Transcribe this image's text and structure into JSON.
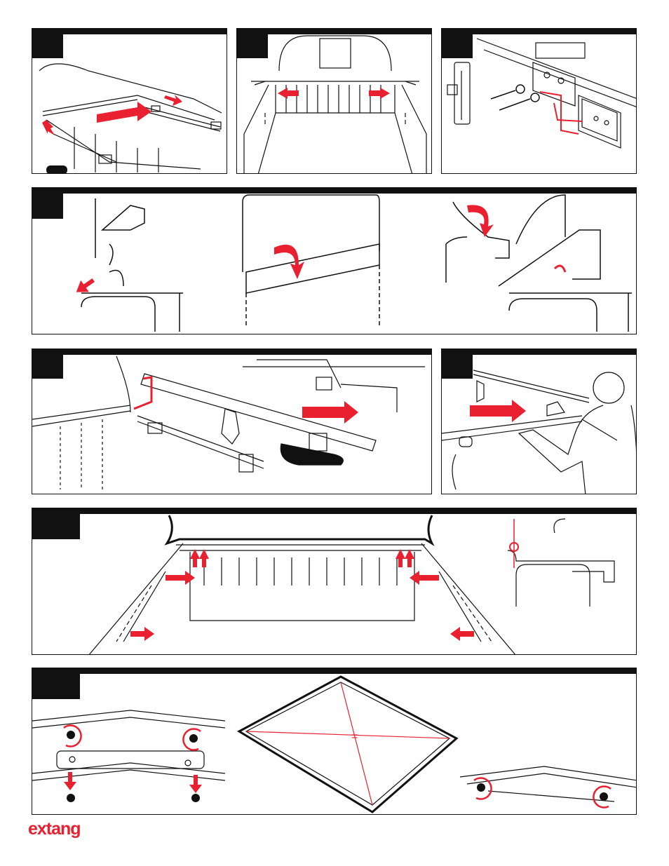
{
  "brand": {
    "logo_text": "extang",
    "color": "#e8202f"
  },
  "colors": {
    "ink": "#111111",
    "accent": "#e8202f",
    "paper": "#ffffff"
  },
  "steps": [
    {
      "id": "step-1",
      "icon": "rail-install-icon"
    },
    {
      "id": "step-2",
      "icon": "bed-rails-icon"
    },
    {
      "id": "step-3",
      "icon": "clamp-bolt-icon"
    },
    {
      "id": "step-4",
      "icon": "seal-profile-icon"
    },
    {
      "id": "step-5",
      "icon": "frame-assembly-icon"
    },
    {
      "id": "step-6",
      "icon": "installer-push-icon"
    },
    {
      "id": "step-7",
      "icon": "bed-clamp-positions-icon"
    },
    {
      "id": "step-8",
      "icon": "frame-square-icon"
    }
  ],
  "step8": {
    "equal_mark": "="
  }
}
